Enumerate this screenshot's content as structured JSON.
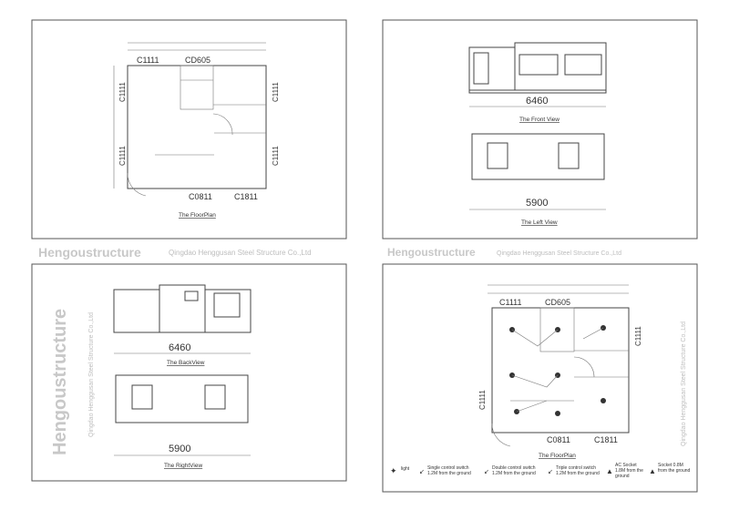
{
  "panels": {
    "floorplan_top": {
      "caption": "The FloorPlan",
      "labels": {
        "top_window": "C1111",
        "top_door": "CD605",
        "left_window_1": "C1111",
        "left_window_2": "C1111",
        "right_window_1": "C1111",
        "right_window_2": "C1111",
        "bottom_door_1": "C0811",
        "bottom_door_2": "C1811"
      }
    },
    "front_view": {
      "caption": "The Front View",
      "dimension": "6460"
    },
    "left_view": {
      "caption": "The Left View",
      "dimension": "5900"
    },
    "back_view": {
      "caption": "The BackView",
      "dimension": "6460"
    },
    "right_view": {
      "caption": "The RightView",
      "dimension": "5900"
    },
    "floorplan_electrical": {
      "caption": "The FloorPlan",
      "labels": {
        "top_window": "C1111",
        "top_door": "CD605",
        "left_window": "C1111",
        "right_window": "C1111",
        "bottom_door_1": "C0811",
        "bottom_door_2": "C1811"
      },
      "legend": [
        {
          "icon": "light-icon",
          "text": "light"
        },
        {
          "icon": "single-switch-icon",
          "text": "Single control switch 1.2M from the ground"
        },
        {
          "icon": "double-switch-icon",
          "text": "Double control switch 1.2M from the ground"
        },
        {
          "icon": "triple-switch-icon",
          "text": "Triple control switch 1.2M from the ground"
        },
        {
          "icon": "ac-socket-icon",
          "text": "AC Socket 1.8M from the ground"
        },
        {
          "icon": "socket-icon",
          "text": "Socket 0.8M from the ground"
        }
      ]
    }
  },
  "watermark": {
    "brand": "Hengoustructure",
    "company": "Qingdao Henggusan Steel Structure Co.,Ltd"
  }
}
